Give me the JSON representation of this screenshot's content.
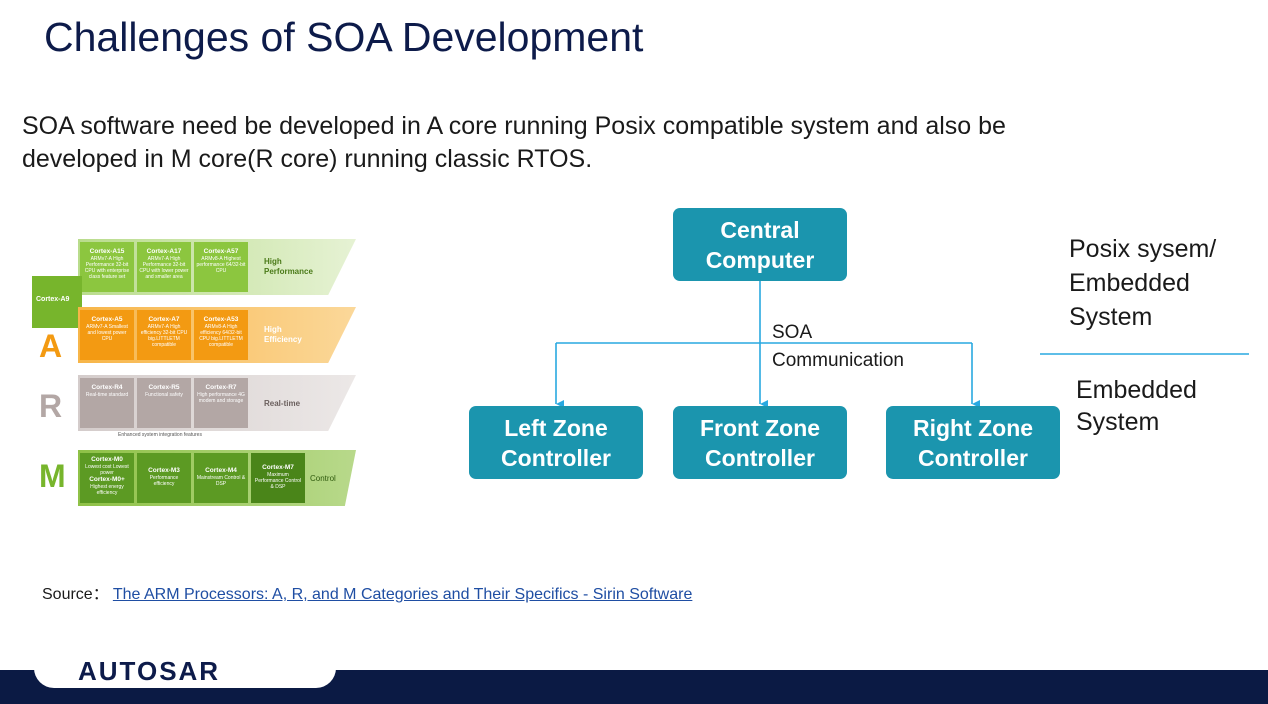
{
  "title": "Challenges of SOA Development",
  "intro": {
    "line1": "SOA software need be developed in A core running Posix compatible system and also be",
    "line2": "developed in M core(R core) running classic RTOS."
  },
  "arm_figure": {
    "a9": "Cortex-A9",
    "letters": [
      "A",
      "R",
      "M"
    ],
    "high_performance": {
      "label1": "High",
      "label2": "Performance",
      "cells": [
        {
          "name": "Cortex-A15",
          "desc": "ARMv7-A High Performance 32-bit CPU with enterprise class feature set"
        },
        {
          "name": "Cortex-A17",
          "desc": "ARMv7-A High Performance 32-bit CPU with lower power and smaller area"
        },
        {
          "name": "Cortex-A57",
          "desc": "ARMv8-A Highest performance 64/32-bit CPU"
        }
      ]
    },
    "high_efficiency": {
      "label1": "High",
      "label2": "Efficiency",
      "cells": [
        {
          "name": "Cortex-A5",
          "desc": "ARMv7-A Smallest and lowest power CPU"
        },
        {
          "name": "Cortex-A7",
          "desc": "ARMv7-A High efficiency 32-bit CPU big.LITTLETM compatible"
        },
        {
          "name": "Cortex-A53",
          "desc": "ARMv8-A High efficiency 64/32-bit CPU big.LITTLETM compatible"
        }
      ]
    },
    "realtime": {
      "label": "Real-time",
      "cells": [
        {
          "name": "Cortex-R4",
          "desc": "Real-time standard"
        },
        {
          "name": "Cortex-R5",
          "desc": "Functional safety"
        },
        {
          "name": "Cortex-R7",
          "desc": "High performance 4G modem and storage"
        }
      ],
      "note": "Enhanced system integration features"
    },
    "control": {
      "label": "Control",
      "cells": [
        {
          "name": "Cortex-M0",
          "desc": "Lowest cost Lowest power",
          "name2": "Cortex-M0+",
          "desc2": "Highest energy efficiency"
        },
        {
          "name": "Cortex-M3",
          "desc": "Performance efficiency"
        },
        {
          "name": "Cortex-M4",
          "desc": "Mainstream Control & DSP"
        },
        {
          "name": "Cortex-M7",
          "desc": "Maximum Performance Control & DSP"
        }
      ]
    }
  },
  "diagram": {
    "central": {
      "line1": "Central",
      "line2": "Computer"
    },
    "soa": {
      "line1": "SOA",
      "line2": "Communication"
    },
    "left": {
      "line1": "Left Zone",
      "line2": "Controller"
    },
    "front": {
      "line1": "Front Zone",
      "line2": "Controller"
    },
    "right": {
      "line1": "Right Zone",
      "line2": "Controller"
    },
    "box_color": "#1b95ae",
    "line_color": "#29a8e0"
  },
  "side_labels": {
    "top": {
      "line1": "Posix sysem/",
      "line2": "Embedded",
      "line3": "System"
    },
    "bottom": {
      "line1": "Embedded",
      "line2": "System"
    }
  },
  "source": {
    "prefix": "Source：",
    "link": "The ARM Processors: A, R, and M Categories and Their Specifics - Sirin Software"
  },
  "logo": "AUTOSAR"
}
